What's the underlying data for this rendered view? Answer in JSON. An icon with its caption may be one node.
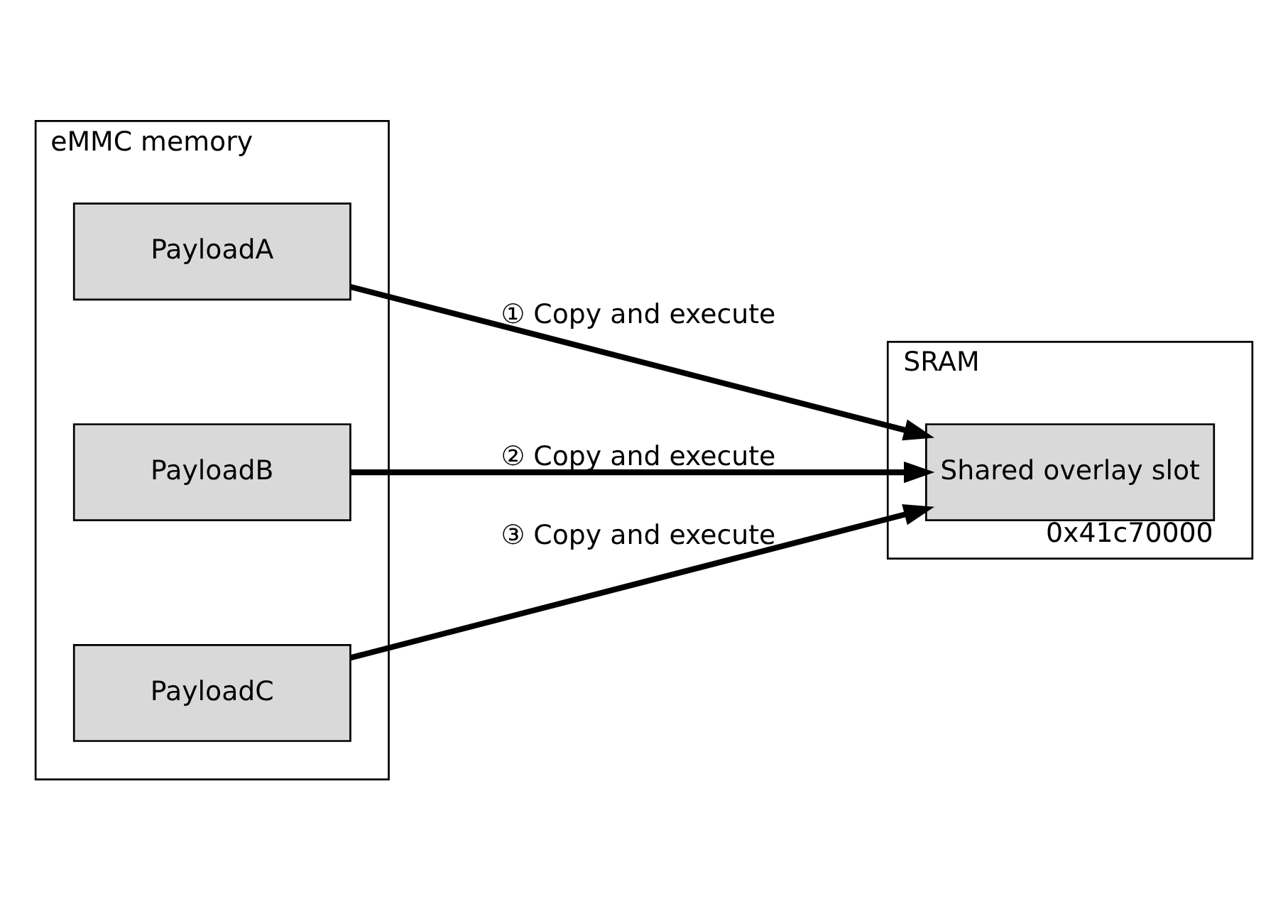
{
  "diagram": {
    "nodes": [
      {
        "text": [
          "eMMC memory"
        ]
      },
      {
        "text": [
          "PayloadA"
        ],
        "in": 0
      },
      {
        "text": [
          "PayloadB"
        ],
        "in": 0
      },
      {
        "text": [
          "PayloadC"
        ],
        "in": 0
      },
      {
        "text": [
          "SRAM"
        ]
      },
      {
        "text": [
          "Shared overlay slot"
        ],
        "in": 4,
        "beside": [
          "0x41c70000"
        ]
      }
    ],
    "edges": [
      {
        "from": 1,
        "to": 5,
        "arrow": "to",
        "label": "① Copy and execute"
      },
      {
        "from": 2,
        "to": 5,
        "arrow": "to",
        "label": "② Copy and execute"
      },
      {
        "from": 3,
        "to": 5,
        "arrow": "to",
        "label": "③ Copy and execute"
      }
    ]
  }
}
